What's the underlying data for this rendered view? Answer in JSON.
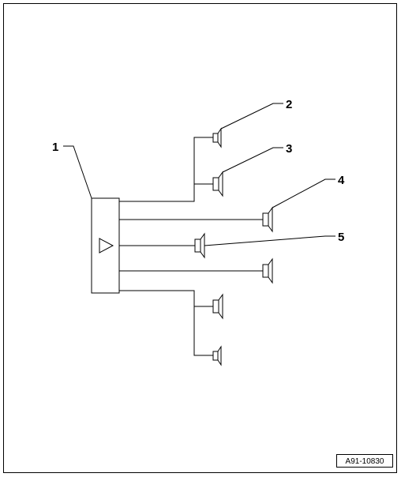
{
  "diagram": {
    "callouts": [
      "1",
      "2",
      "3",
      "4",
      "5"
    ],
    "reference_code": "A91-10830"
  },
  "colors": {
    "line": "#000000",
    "background": "#ffffff"
  },
  "icons": {
    "amplifier": "amplifier-triangle-icon",
    "speaker": "speaker-icon"
  }
}
